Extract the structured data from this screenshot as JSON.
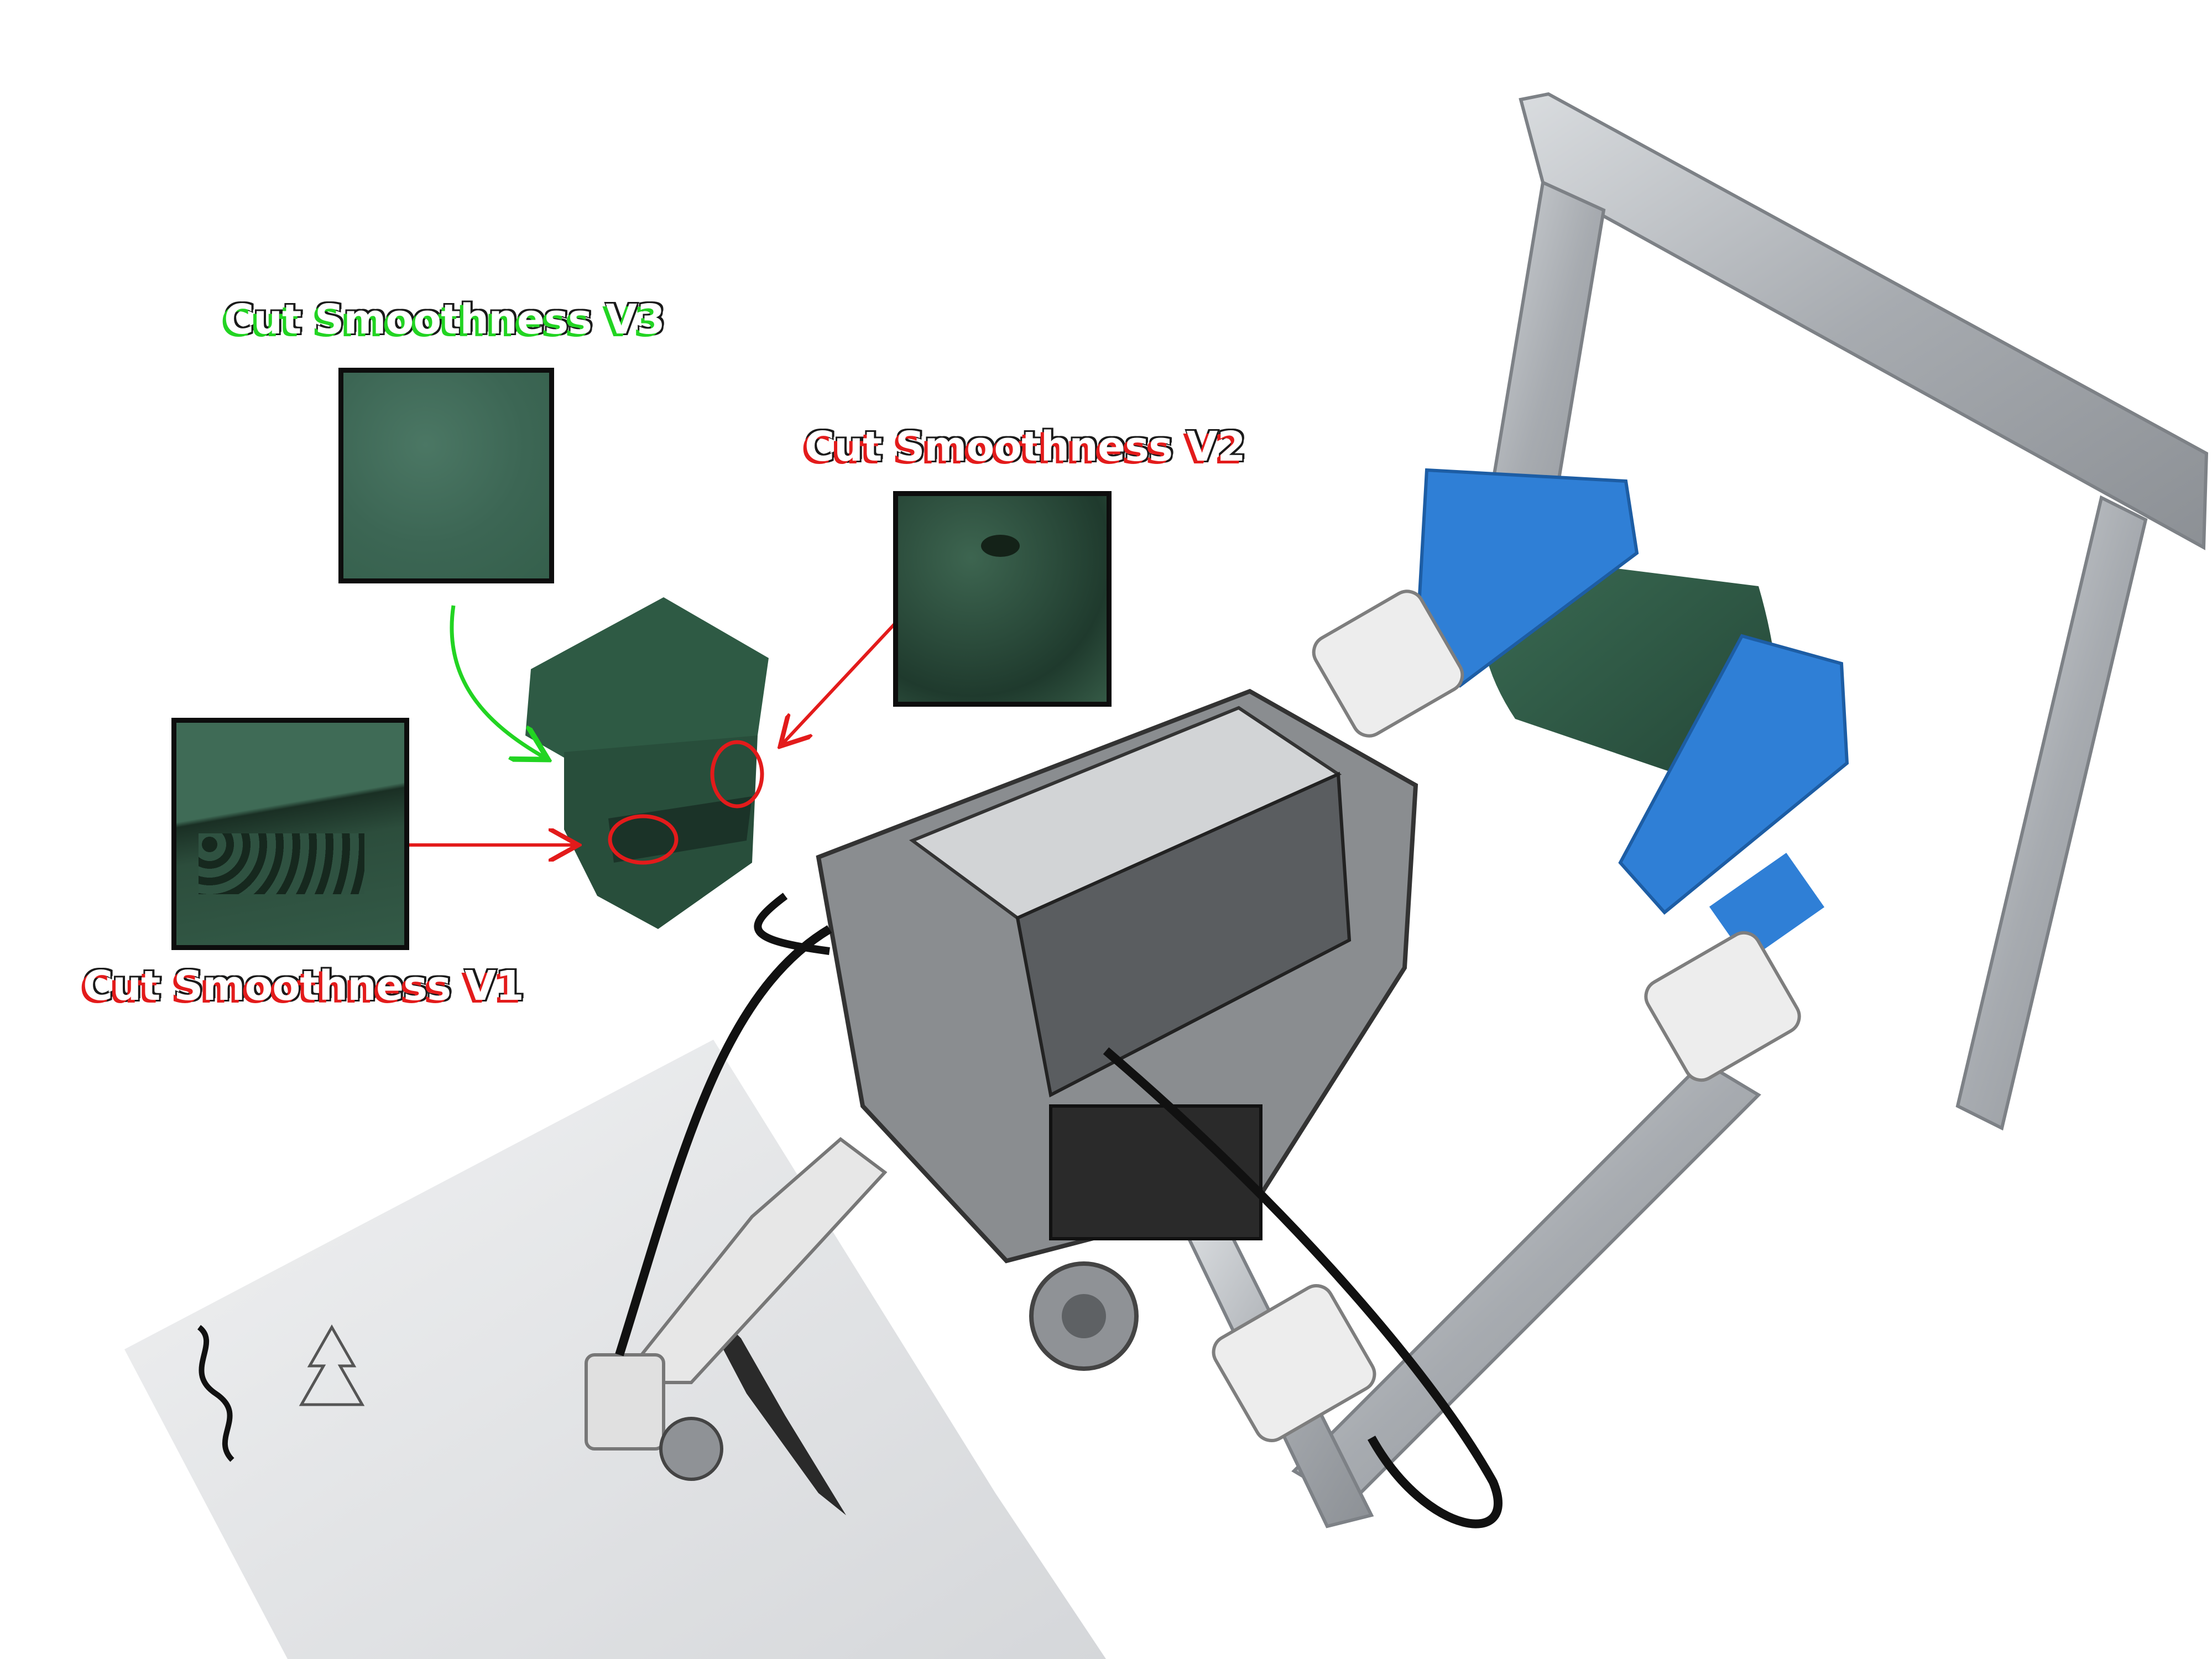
{
  "labels": {
    "v3": "Cut Smoothness V3",
    "v2": "Cut Smoothness V2",
    "v1": "Cut Smoothness V1"
  },
  "colors": {
    "v3_accent": "#22d422",
    "v2_accent": "#e31b1b",
    "v1_accent": "#e31b1b",
    "foam": "#2f5a45",
    "bracket_blue": "#2f7fd6",
    "aluminum": "#b8bbbf",
    "paper": "#e6e7e9"
  }
}
